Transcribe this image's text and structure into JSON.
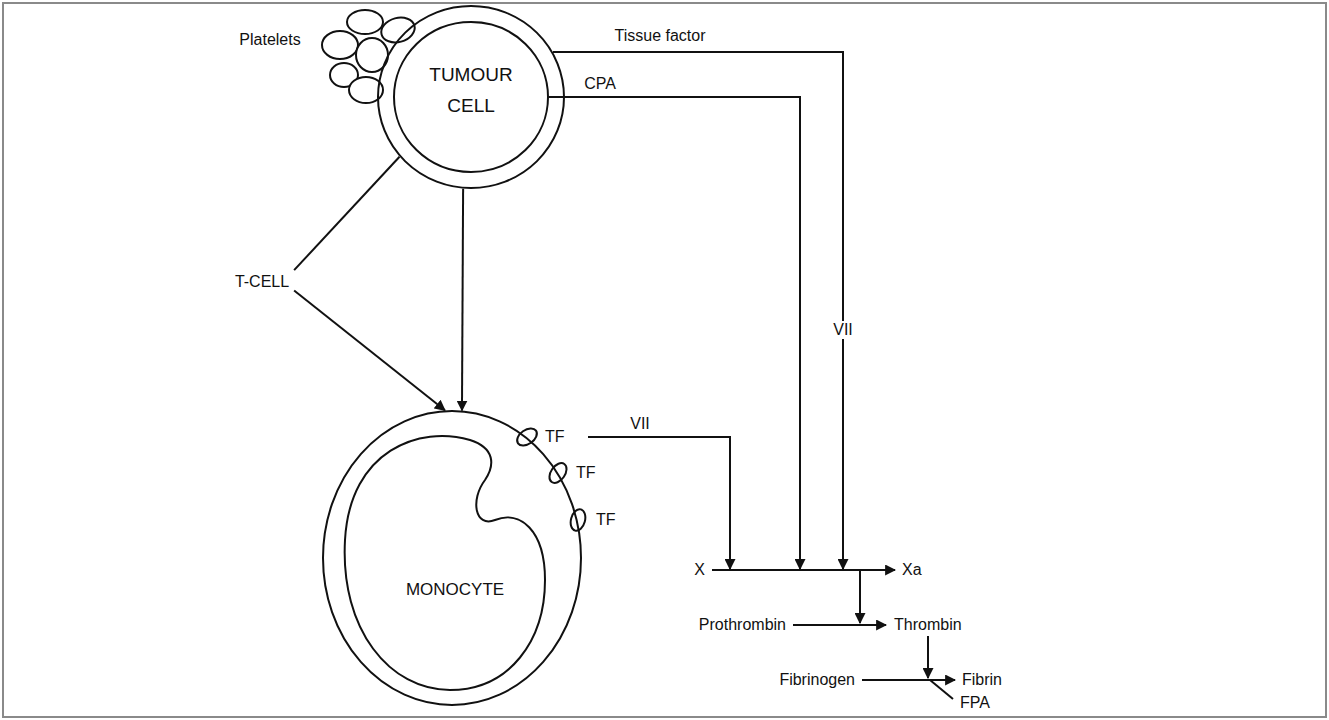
{
  "diagram": {
    "nodes": [
      {
        "text": [
          "TUMOUR CELL"
        ]
      },
      {
        "text": [
          "T-CELL"
        ]
      },
      {
        "text": [
          "MONOCYTE"
        ]
      }
    ],
    "edges": [
      {
        "from": 0,
        "to": 1,
        "arrow": "none"
      },
      {
        "from": 1,
        "to": 2,
        "arrow": "to"
      },
      {
        "from": 0,
        "to": 2,
        "arrow": "to"
      }
    ],
    "labels": [
      "Platelets",
      "Tissue factor",
      "CPA",
      "VII",
      "TF",
      "TF",
      "TF",
      "VII",
      "X",
      "Xa",
      "Prothrombin",
      "Thrombin",
      "Fibrinogen",
      "Fibrin",
      "FPA"
    ]
  }
}
